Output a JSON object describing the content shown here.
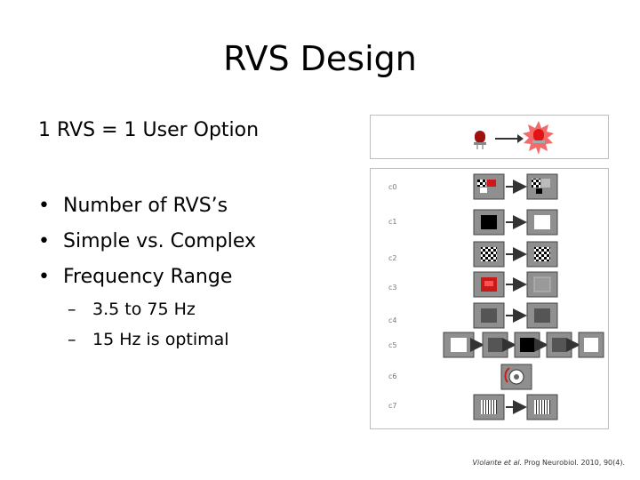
{
  "slide": {
    "title": "RVS Design",
    "subtitle": "1 RVS = 1 User Option",
    "bullets": [
      "Number of RVS’s",
      "Simple vs. Complex",
      "Frequency Range"
    ],
    "sub_bullets": [
      "3.5 to 75 Hz",
      "15 Hz is optimal"
    ],
    "citation_authors": "Violante et al.",
    "citation_rest": " Prog Neurobiol. 2010, 90(4)."
  },
  "figure": {
    "row_labels": [
      "c0",
      "c1",
      "c2",
      "c3",
      "c4",
      "c5",
      "c6",
      "c7"
    ]
  }
}
